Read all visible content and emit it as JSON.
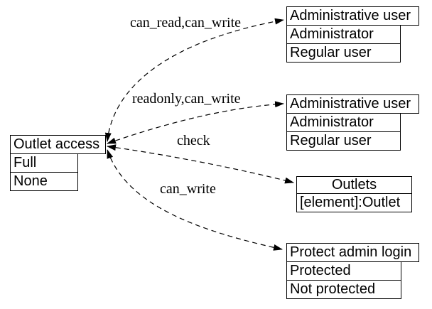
{
  "diagram": {
    "source_node": {
      "title": "Outlet access",
      "rows": [
        "Full",
        "None"
      ]
    },
    "edges": [
      {
        "label": "can_read,can_write",
        "from": "Outlet access",
        "to": "Administrative user (top)"
      },
      {
        "label": "readonly,can_write",
        "from": "Outlet access",
        "to": "Administrative user (middle)"
      },
      {
        "label": "check",
        "from": "Outlet access",
        "to": "Outlets"
      },
      {
        "label": "can_write",
        "from": "Outlet access",
        "to": "Protect admin login"
      }
    ],
    "target_nodes": [
      {
        "title": "Administrative user",
        "rows": [
          "Administrator",
          "Regular user"
        ]
      },
      {
        "title": "Administrative user",
        "rows": [
          "Administrator",
          "Regular user"
        ]
      },
      {
        "title": "Outlets",
        "rows": [
          "[element]:Outlet"
        ]
      },
      {
        "title": "Protect admin login",
        "rows": [
          "Protected",
          "Not protected"
        ]
      }
    ],
    "colors": {
      "background": "#ffffff",
      "line": "#000000",
      "text": "#000000"
    },
    "style": {
      "edge_style": "dashed",
      "arrowheads": "both-ends"
    }
  }
}
